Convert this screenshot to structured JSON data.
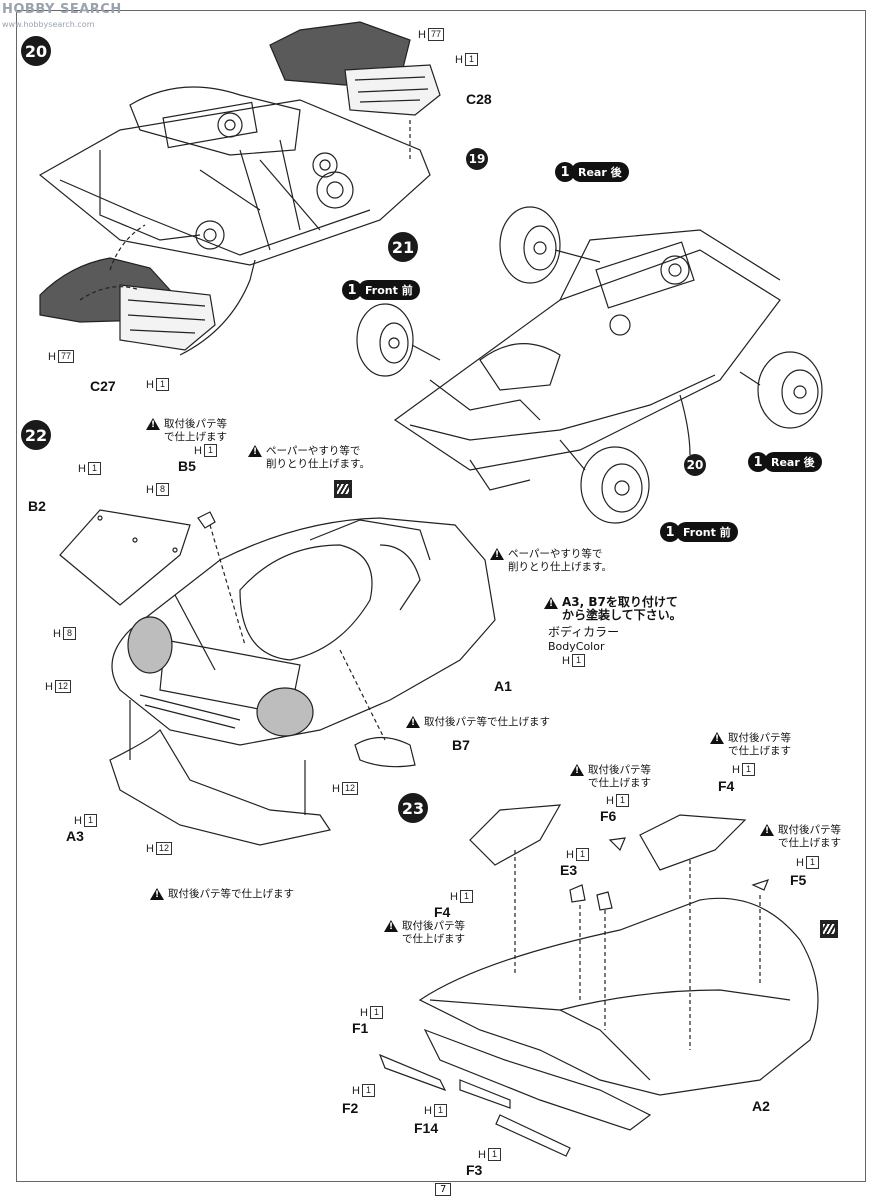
{
  "watermark": {
    "brand": "HOBBY SEARCH",
    "url": "www.hobbysearch.com"
  },
  "page_number": "7",
  "steps": [
    {
      "number": "20"
    },
    {
      "number": "21"
    },
    {
      "number": "22"
    },
    {
      "number": "23"
    }
  ],
  "step20": {
    "parts": {
      "c28": "C28",
      "c27": "C27"
    },
    "qty": [
      {
        "label": "H",
        "value": "77"
      },
      {
        "label": "H",
        "value": "1"
      },
      {
        "label": "H",
        "value": "77"
      },
      {
        "label": "H",
        "value": "1"
      }
    ],
    "ref": "19"
  },
  "step21": {
    "rear_top": {
      "num": "1",
      "text": "Rear 後"
    },
    "front_left": {
      "num": "1",
      "text": "Front 前"
    },
    "rear_right": {
      "num": "1",
      "text": "Rear 後"
    },
    "front_bottom": {
      "num": "1",
      "text": "Front 前"
    },
    "ref": "20"
  },
  "step22": {
    "parts": {
      "b2": "B2",
      "b5": "B5",
      "a1": "A1",
      "a3": "A3",
      "b7": "B7"
    },
    "qty": [
      {
        "label": "H",
        "value": "1"
      },
      {
        "label": "H",
        "value": "8"
      },
      {
        "label": "H",
        "value": "1"
      },
      {
        "label": "H",
        "value": "8"
      },
      {
        "label": "H",
        "value": "12"
      },
      {
        "label": "H",
        "value": "12"
      },
      {
        "label": "H",
        "value": "1"
      },
      {
        "label": "H",
        "value": "12"
      },
      {
        "label": "H",
        "value": "1"
      }
    ],
    "notes": {
      "b5_putty_1": "取付後パテ等",
      "b5_putty_2": "で仕上げます",
      "sand_top_1": "ペーパーやすり等で",
      "sand_top_2": "削りとり仕上げます。",
      "sand_right_1": "ペーパーやすり等で",
      "sand_right_2": "削りとり仕上げます。",
      "paint_1": "A3, B7を取り付けて",
      "paint_2": "から塗装して下さい。",
      "body_color_jp": "ボディカラー",
      "body_color_en": "BodyColor",
      "b7_putty": "取付後パテ等で仕上げます",
      "a3_putty": "取付後パテ等で仕上げます"
    }
  },
  "step23": {
    "parts": {
      "f4_right": "F4",
      "f6": "F6",
      "f5": "F5",
      "e3": "E3",
      "f4_left": "F4",
      "f1": "F1",
      "f2": "F2",
      "f14": "F14",
      "f3": "F3",
      "a2": "A2"
    },
    "qty": [
      {
        "label": "H",
        "value": "1"
      },
      {
        "label": "H",
        "value": "1"
      },
      {
        "label": "H",
        "value": "1"
      },
      {
        "label": "H",
        "value": "1"
      },
      {
        "label": "H",
        "value": "1"
      },
      {
        "label": "H",
        "value": "1"
      },
      {
        "label": "H",
        "value": "1"
      },
      {
        "label": "H",
        "value": "1"
      },
      {
        "label": "H",
        "value": "1"
      }
    ],
    "notes": {
      "f4_r_1": "取付後パテ等",
      "f4_r_2": "で仕上げます",
      "f6_1": "取付後パテ等",
      "f6_2": "で仕上げます",
      "f5_1": "取付後パテ等",
      "f5_2": "で仕上げます",
      "f4_l_1": "取付後パテ等",
      "f4_l_2": "で仕上げます"
    }
  }
}
